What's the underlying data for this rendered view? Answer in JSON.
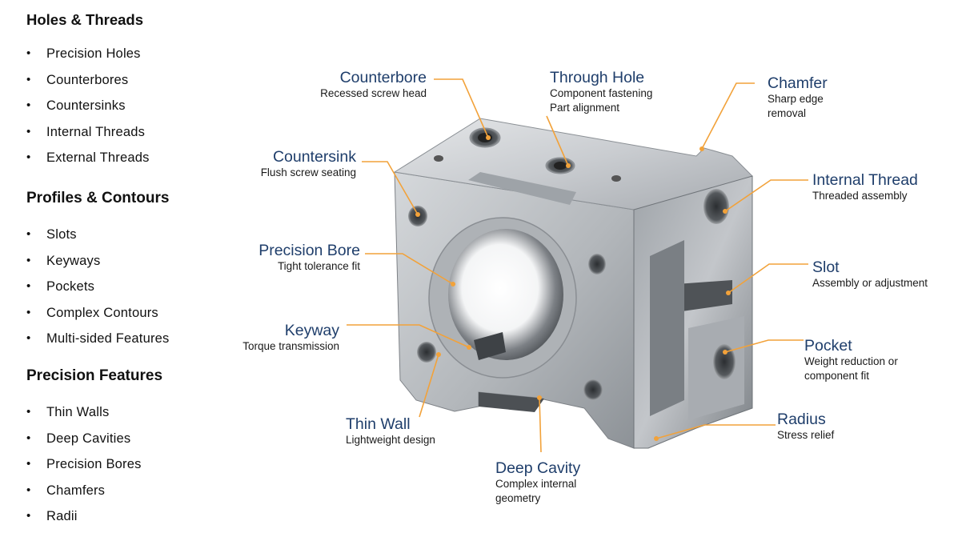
{
  "sections": [
    {
      "title": "Holes & Threads",
      "items": [
        "Precision Holes",
        "Counterbores",
        "Countersinks",
        "Internal Threads",
        "External Threads"
      ]
    },
    {
      "title": "Profiles & Contours",
      "items": [
        "Slots",
        "Keyways",
        "Pockets",
        "Complex Contours",
        "Multi-sided Features"
      ]
    },
    {
      "title": "Precision Features",
      "items": [
        "Thin Walls",
        "Deep Cavities",
        "Precision Bores",
        "Chamfers",
        "Radii"
      ]
    }
  ],
  "callouts": {
    "counterbore": {
      "title": "Counterbore",
      "desc": [
        "Recessed screw head"
      ]
    },
    "through_hole": {
      "title": "Through Hole",
      "desc": [
        "Component fastening",
        "Part alignment"
      ]
    },
    "chamfer": {
      "title": "Chamfer",
      "desc": [
        "Sharp edge",
        "removal"
      ]
    },
    "countersink": {
      "title": "Countersink",
      "desc": [
        "Flush screw seating"
      ]
    },
    "internal_thread": {
      "title": "Internal Thread",
      "desc": [
        "Threaded assembly"
      ]
    },
    "precision_bore": {
      "title": "Precision Bore",
      "desc": [
        "Tight tolerance fit"
      ]
    },
    "slot": {
      "title": "Slot",
      "desc": [
        "Assembly or adjustment"
      ]
    },
    "keyway": {
      "title": "Keyway",
      "desc": [
        "Torque transmission"
      ]
    },
    "pocket": {
      "title": "Pocket",
      "desc": [
        "Weight reduction or",
        "component fit"
      ]
    },
    "thin_wall": {
      "title": "Thin Wall",
      "desc": [
        "Lightweight design"
      ]
    },
    "radius": {
      "title": "Radius",
      "desc": [
        "Stress relief"
      ]
    },
    "deep_cavity": {
      "title": "Deep Cavity",
      "desc": [
        "Complex internal",
        "geometry"
      ]
    }
  },
  "colors": {
    "leader": "#f2a23a",
    "callout_title": "#1f3e6b",
    "metal_light": "#d9dcdf",
    "metal_dark": "#6c7176"
  }
}
